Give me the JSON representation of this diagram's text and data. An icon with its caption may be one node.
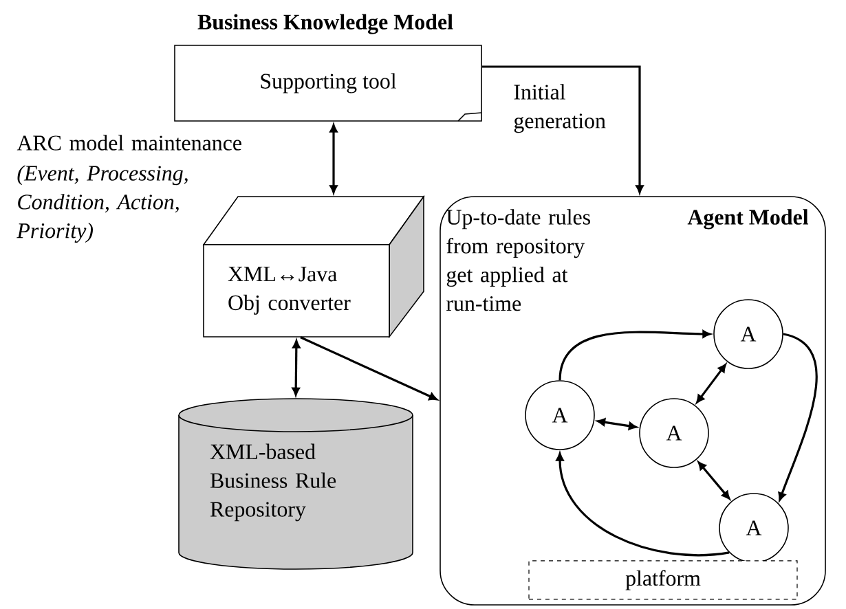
{
  "diagram": {
    "nodes": [
      {
        "text": [
          "Business Knowledge Model",
          "Supporting tool"
        ]
      },
      {
        "text": [
          "XML↔Java Obj converter"
        ]
      },
      {
        "text": [
          "XML-based Business Rule Repository"
        ]
      },
      {
        "text": [
          "Up-to-date rules from repository get applied at run-time",
          "Agent Model"
        ]
      },
      {
        "text": [
          "A"
        ],
        "in": 3
      },
      {
        "text": [
          "A"
        ],
        "in": 3
      },
      {
        "text": [
          "A"
        ],
        "in": 3
      },
      {
        "text": [
          "A"
        ],
        "in": 3
      },
      {
        "text": [
          "platform"
        ],
        "in": 3
      }
    ],
    "edges": [
      {
        "from": 0,
        "to": 1,
        "arrow": "both"
      },
      {
        "from": 0,
        "to": 3,
        "arrow": "to",
        "label": "Initial generation"
      },
      {
        "from": 1,
        "to": 2,
        "arrow": "both"
      },
      {
        "from": 1,
        "to": 3,
        "arrow": "to"
      },
      {
        "from": 4,
        "to": 5,
        "arrow": "to"
      },
      {
        "from": 5,
        "to": 7,
        "arrow": "to"
      },
      {
        "from": 7,
        "to": 4,
        "arrow": "to"
      },
      {
        "from": 4,
        "to": 6,
        "arrow": "both"
      },
      {
        "from": 5,
        "to": 6,
        "arrow": "both"
      },
      {
        "from": 6,
        "to": 7,
        "arrow": "both"
      }
    ],
    "labels": [
      "ARC model maintenance",
      "(Event, Processing, Condition, Action, Priority)"
    ]
  }
}
